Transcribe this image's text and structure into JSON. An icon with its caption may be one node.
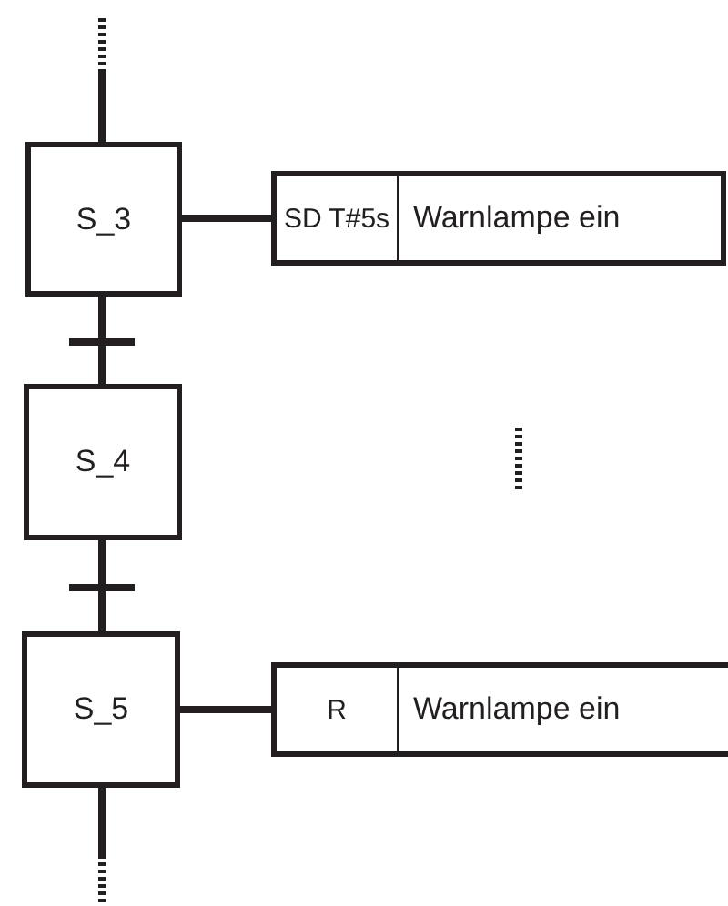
{
  "diagram": {
    "nodes": [
      {
        "text": [
          "S_3"
        ]
      },
      {
        "text": [
          "SD T#5s",
          "Warnlampe ein"
        ]
      },
      {
        "text": [
          "S_4"
        ]
      },
      {
        "text": [
          "S_5"
        ]
      },
      {
        "text": [
          "R",
          "Warnlampe ein"
        ]
      }
    ],
    "edges": [
      {
        "from": null,
        "to": 0,
        "arrow": "none"
      },
      {
        "from": 0,
        "to": 1,
        "arrow": "none"
      },
      {
        "from": 0,
        "to": 2,
        "arrow": "none"
      },
      {
        "from": 2,
        "to": 3,
        "arrow": "none"
      },
      {
        "from": 3,
        "to": 4,
        "arrow": "none"
      },
      {
        "from": 3,
        "to": null,
        "arrow": "none"
      }
    ]
  }
}
